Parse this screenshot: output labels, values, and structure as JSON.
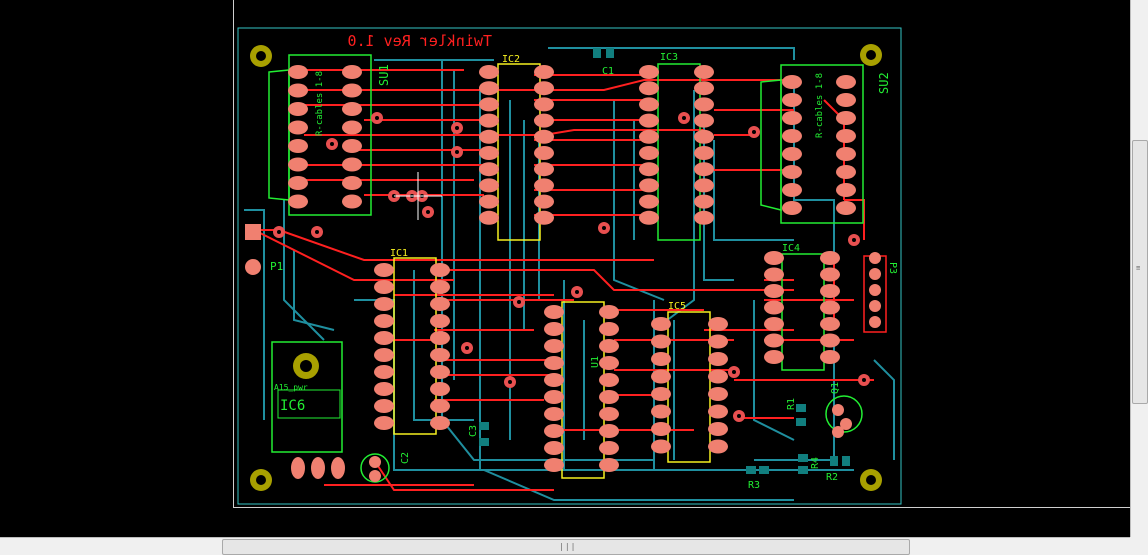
{
  "colors": {
    "background": "#000000",
    "outline": "#33c4c4",
    "top_trace": "#ff2020",
    "bottom_trace": "#1f8f9f",
    "pad": "#f08070",
    "silk_green": "#22ee33",
    "silk_yellow": "#f6f020",
    "via": "#e85050",
    "smd": "#117f7f",
    "mount_hole": "#a8a000"
  },
  "board": {
    "title": "Twinkler Rev 1.0"
  },
  "components": {
    "su1": "SU1",
    "su2": "SU2",
    "ic1": "IC1",
    "ic2": "IC2",
    "ic3": "IC3",
    "ic4": "IC4",
    "ic5": "IC5",
    "ic6": "IC6",
    "ic6_package": "A15_pwr",
    "u1": "U1",
    "c1": "C1",
    "c2": "C2",
    "c3": "C3",
    "r1": "R1",
    "r2": "R2",
    "r3": "R3",
    "r4": "R4",
    "p1": "P1",
    "p3": "P3",
    "q1": "Q1",
    "note_left": "R-cables 1-8",
    "note_right": "R-cables 1-8"
  },
  "icons": {
    "vscroll_grip": "grip-lines-icon",
    "hscroll_grip": "grip-lines-icon"
  }
}
